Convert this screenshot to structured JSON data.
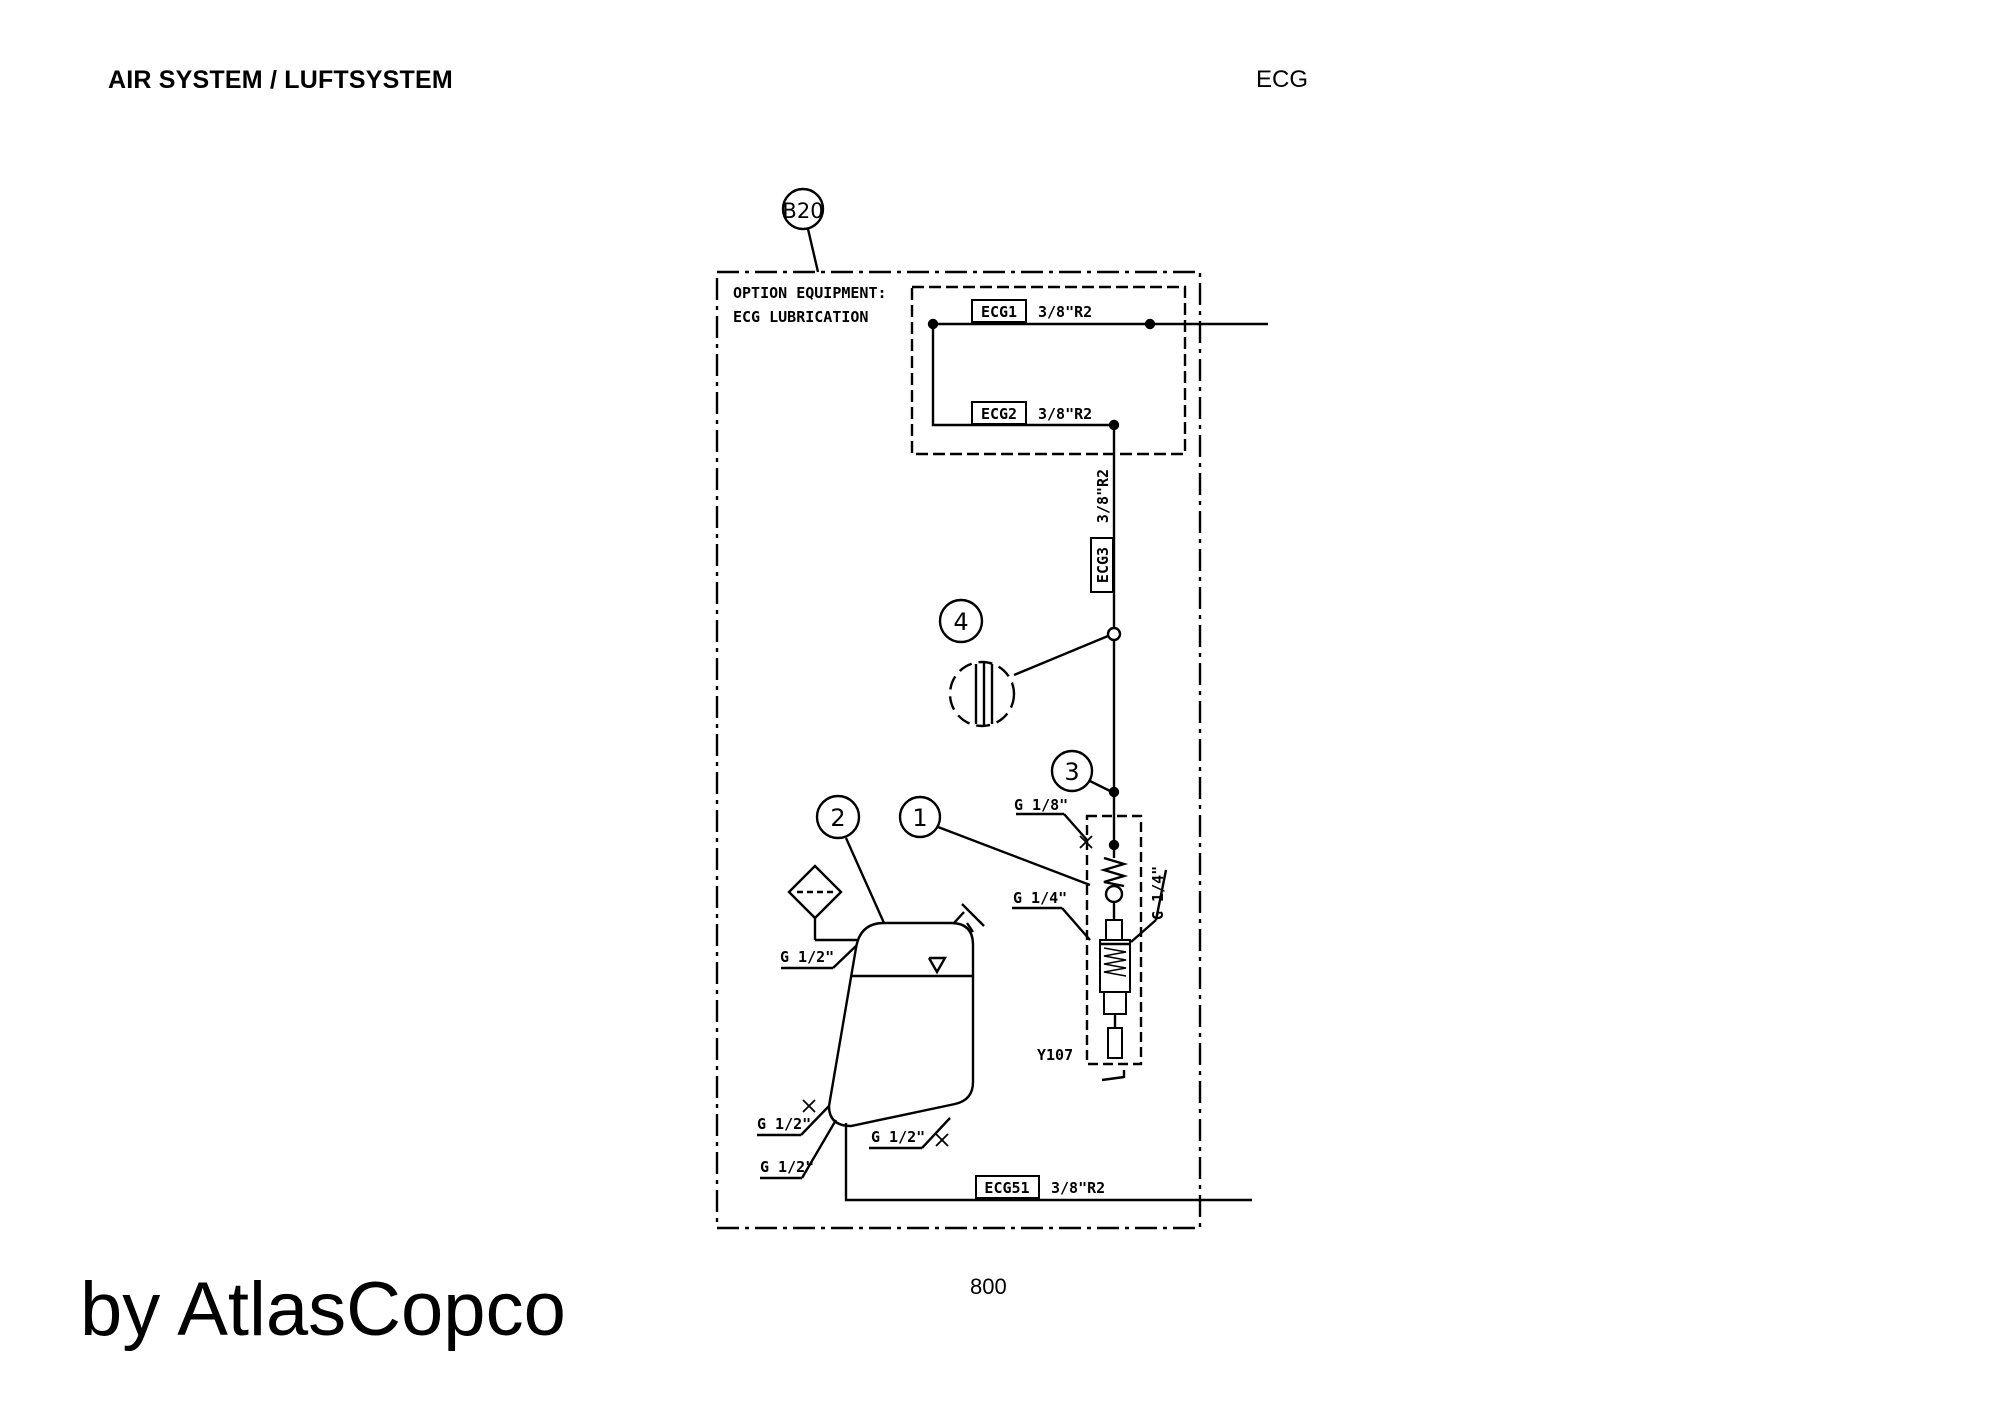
{
  "header": {
    "title": "AIR SYSTEM / LUFTSYSTEM",
    "section_code": "ECG"
  },
  "footer": {
    "page_number": "800",
    "brand": "by AtlasCopco"
  },
  "diagram": {
    "option_ref": "B20",
    "option_text_line1": "OPTION EQUIPMENT:",
    "option_text_line2": "ECG LUBRICATION",
    "lines": {
      "ecg1": {
        "tag": "ECG1",
        "spec": "3/8\"R2"
      },
      "ecg2": {
        "tag": "ECG2",
        "spec": "3/8\"R2"
      },
      "ecg3": {
        "tag": "ECG3",
        "spec": "3/8\"R2"
      },
      "ecg51": {
        "tag": "ECG51",
        "spec": "3/8\"R2"
      }
    },
    "item_numbers": [
      "1",
      "2",
      "3",
      "4"
    ],
    "ports": {
      "g18": "G 1/8\"",
      "g14_left": "G 1/4\"",
      "g14_right": "G 1/4\"",
      "g12_tank_top": "G 1/2\"",
      "g12_tank_left": "G 1/2\"",
      "g12_tank_bottom_left": "G 1/2\"",
      "g12_tank_bottom_right": "G 1/2\""
    },
    "solenoid": "Y107"
  }
}
